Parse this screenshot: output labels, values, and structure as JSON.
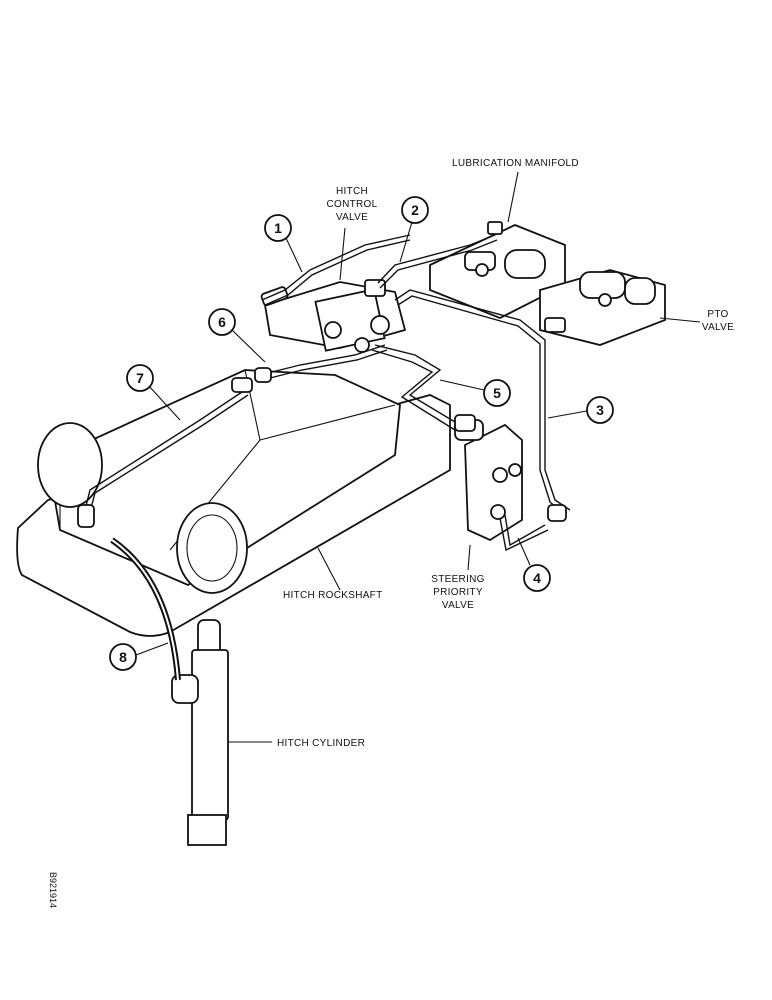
{
  "labels": {
    "lubrication_manifold": "LUBRICATION MANIFOLD",
    "hitch_control_valve": [
      "HITCH",
      "CONTROL",
      "VALVE"
    ],
    "pto_valve": [
      "PTO",
      "VALVE"
    ],
    "steering_priority_valve": [
      "STEERING",
      "PRIORITY",
      "VALVE"
    ],
    "hitch_rockshaft": "HITCH ROCKSHAFT",
    "hitch_cylinder": "HITCH CYLINDER",
    "figure_code": "B921914"
  },
  "callouts": [
    "1",
    "2",
    "3",
    "4",
    "5",
    "6",
    "7",
    "8"
  ]
}
